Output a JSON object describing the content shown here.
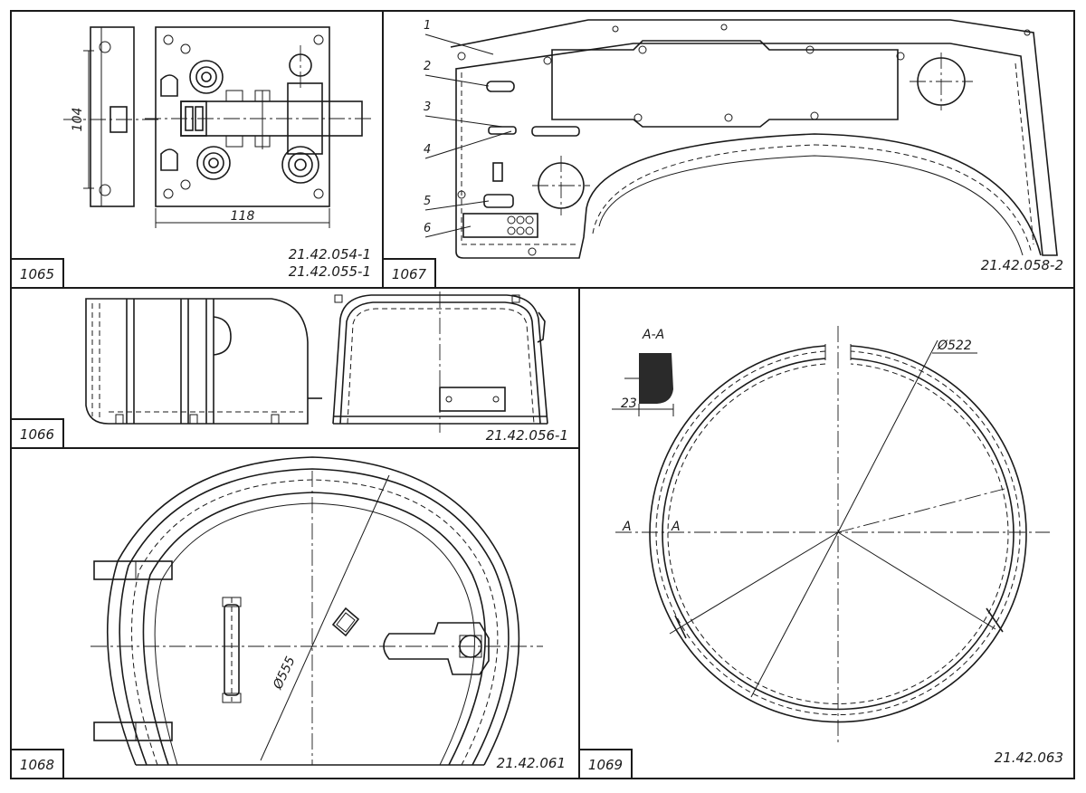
{
  "panels": [
    {
      "id": "fig-1065",
      "figure": "1065",
      "parts": [
        "21.42.054-1",
        "21.42.055-1"
      ],
      "dimensions": [
        "104",
        "118"
      ]
    },
    {
      "id": "fig-1067",
      "figure": "1067",
      "parts": [
        "21.42.058-2"
      ],
      "callouts": [
        "1",
        "2",
        "3",
        "4",
        "5",
        "6"
      ]
    },
    {
      "id": "fig-1066",
      "figure": "1066",
      "parts": [
        "21.42.056-1"
      ]
    },
    {
      "id": "fig-1068",
      "figure": "1068",
      "parts": [
        "21.42.061"
      ],
      "dimensions": [
        "Ø555"
      ]
    },
    {
      "id": "fig-1069",
      "figure": "1069",
      "parts": [
        "21.42.063"
      ],
      "dimensions": [
        "Ø522",
        "23"
      ],
      "section": "A-A",
      "section_marks": [
        "A",
        "A"
      ]
    }
  ]
}
